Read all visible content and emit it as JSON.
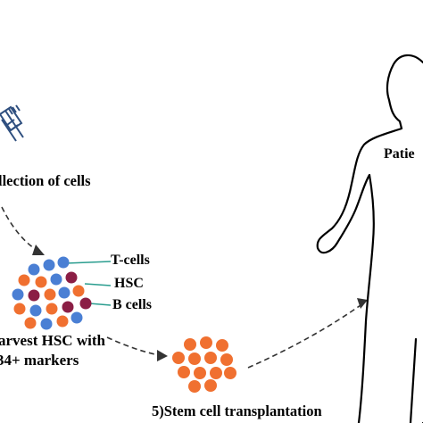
{
  "labels": {
    "collection": "llection of  cells",
    "t_cells": "T-cells",
    "hsc": "HSC",
    "b_cells": "B cells",
    "harvest_line1": "arvest HSC with",
    "harvest_line2": "34+ markers",
    "transplant": "5)Stem cell transplantation",
    "patient": "Patie"
  },
  "icons": [
    "syringe-icon",
    "patient-silhouette-icon"
  ],
  "colors": {
    "t_cell": "#4a7fd4",
    "hsc": "#f07030",
    "b_cell": "#8b1e45",
    "arrow": "#333333",
    "pointer": "#2a9d8f"
  }
}
